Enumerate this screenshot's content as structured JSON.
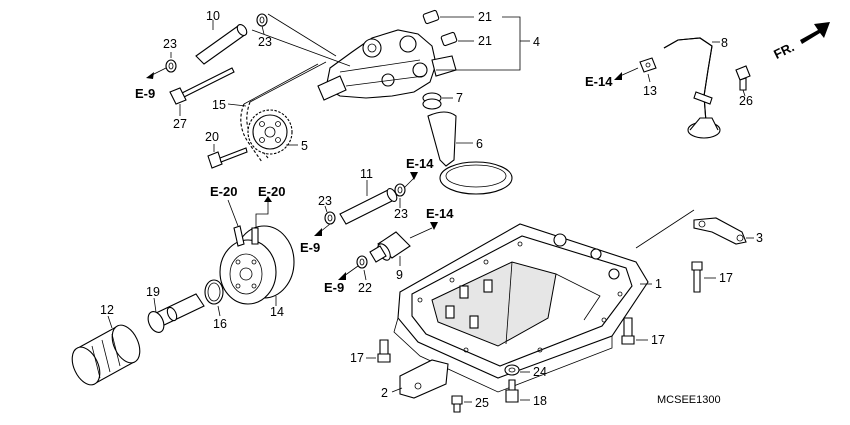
{
  "diagram_code": "MCSEE1300",
  "direction_label": "FR.",
  "refs": {
    "e9_top": "E-9",
    "e14_right": "E-14",
    "e14_mid_a": "E-14",
    "e14_mid_b": "E-14",
    "e20_a": "E-20",
    "e20_b": "E-20",
    "e9_mid": "E-9",
    "e9_low": "E-9"
  },
  "parts": {
    "p1": "1",
    "p2": "2",
    "p3": "3",
    "p4": "4",
    "p5": "5",
    "p6": "6",
    "p7": "7",
    "p8": "8",
    "p9": "9",
    "p10": "10",
    "p11": "11",
    "p12": "12",
    "p13": "13",
    "p14": "14",
    "p15": "15",
    "p16": "16",
    "p17a": "17",
    "p17b": "17",
    "p17c": "17",
    "p18": "18",
    "p19": "19",
    "p20": "20",
    "p21a": "21",
    "p21b": "21",
    "p22": "22",
    "p23a": "23",
    "p23b": "23",
    "p23c": "23",
    "p23d": "23",
    "p24": "24",
    "p25": "25",
    "p26": "26",
    "p27": "27"
  }
}
